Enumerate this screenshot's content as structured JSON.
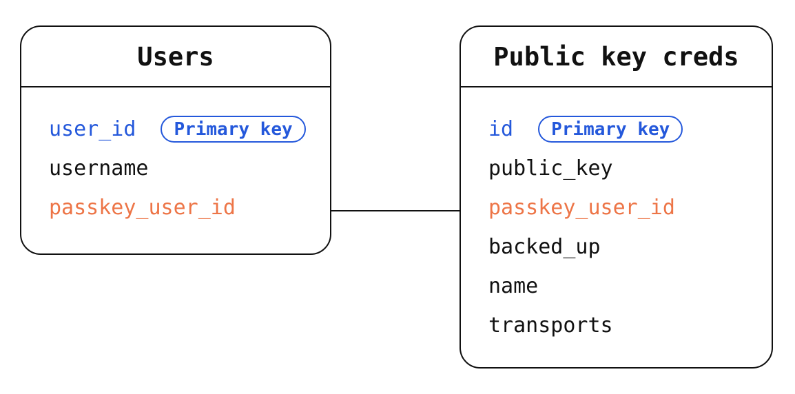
{
  "colors": {
    "primary_key_blue": "#2458DB",
    "reference_orange": "#ED7547",
    "border": "#111111",
    "text": "#111111",
    "background": "#FFFFFF"
  },
  "tables": [
    {
      "title": "Users",
      "fields": [
        {
          "name": "user_id",
          "role": "primary-key",
          "badge": "Primary key"
        },
        {
          "name": "username",
          "role": "regular"
        },
        {
          "name": "passkey_user_id",
          "role": "reference"
        }
      ]
    },
    {
      "title": "Public key creds",
      "fields": [
        {
          "name": "id",
          "role": "primary-key",
          "badge": "Primary key"
        },
        {
          "name": "public_key",
          "role": "regular"
        },
        {
          "name": "passkey_user_id",
          "role": "reference"
        },
        {
          "name": "backed_up",
          "role": "regular"
        },
        {
          "name": "name",
          "role": "regular"
        },
        {
          "name": "transports",
          "role": "regular"
        }
      ]
    }
  ],
  "relationship": {
    "from_table": "Users",
    "from_field": "passkey_user_id",
    "to_table": "Public key creds",
    "to_field": "passkey_user_id"
  }
}
